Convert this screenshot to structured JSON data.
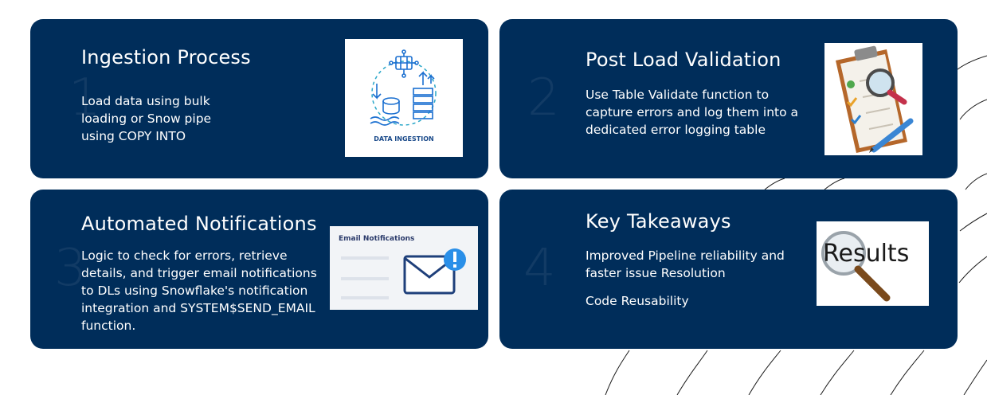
{
  "cards": [
    {
      "number": "1",
      "title": "Ingestion Process",
      "body": [
        "Load data using bulk loading or Snow pipe using COPY INTO"
      ],
      "image_caption": "DATA INGESTION",
      "icon": "data-ingestion-icon"
    },
    {
      "number": "2",
      "title": "Post Load Validation",
      "body": [
        "Use Table Validate function to capture errors and log them into a dedicated error logging table"
      ],
      "icon": "clipboard-checklist-icon"
    },
    {
      "number": "3",
      "title": "Automated Notifications",
      "body": [
        "Logic to check for errors, retrieve details, and trigger email notifications to DLs using Snowflake's notification integration and SYSTEM$SEND_EMAIL function."
      ],
      "image_caption": "Email Notifications",
      "icon": "email-alert-icon"
    },
    {
      "number": "4",
      "title": "Key Takeaways",
      "body": [
        "Improved Pipeline reliability and faster issue Resolution",
        "Code Reusability"
      ],
      "image_caption": "Results",
      "icon": "magnifier-icon"
    }
  ],
  "colors": {
    "card_bg": "#002d5a",
    "text": "#ffffff",
    "accent_blue": "#1a6fd0",
    "teal": "#2aa7c9"
  }
}
